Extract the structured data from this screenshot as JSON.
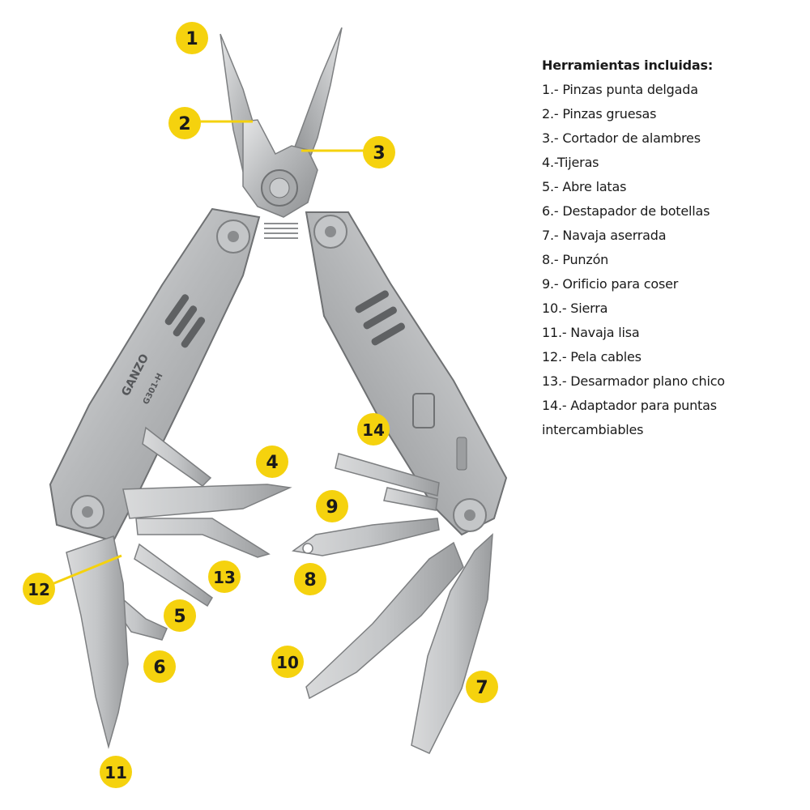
{
  "list": {
    "heading": "Herramientas incluidas:",
    "items": [
      "1.- Pinzas punta delgada",
      "2.- Pinzas gruesas",
      "3.- Cortador de alambres",
      "4.-Tijeras",
      "5.- Abre latas",
      "6.- Destapador de botellas",
      "7.- Navaja aserrada",
      "8.- Punzón",
      "9.- Orificio para coser",
      "10.- Sierra",
      "11.- Navaja lisa",
      "12.- Pela cables",
      "13.- Desarmador plano chico",
      "14.- Adaptador para puntas intercambiables"
    ]
  },
  "badges": [
    "1",
    "2",
    "3",
    "4",
    "5",
    "6",
    "7",
    "8",
    "9",
    "10",
    "11",
    "12",
    "13",
    "14"
  ],
  "branding": {
    "logo": "GANZO",
    "model": "G301-H"
  },
  "colors": {
    "badge": "#f5d20e",
    "steel": "#b9bbbd",
    "steel_dark": "#8a8c8e",
    "text": "#1a1a1a"
  }
}
